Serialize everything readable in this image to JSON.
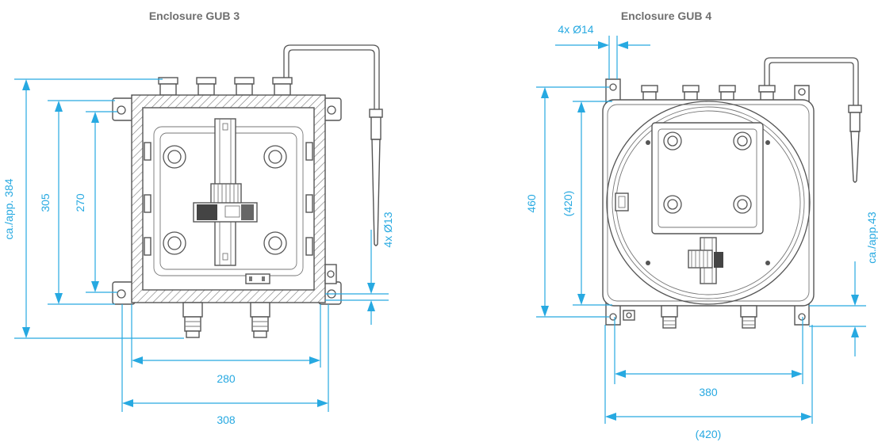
{
  "left_enclosure": {
    "title": "Enclosure GUB 3",
    "dims": {
      "height_total": "ca./app. 384",
      "height_outer": "305",
      "height_inner": "270",
      "holes": "4x Ø13",
      "width_inner": "280",
      "width_outer": "308"
    }
  },
  "right_enclosure": {
    "title": "Enclosure GUB 4",
    "dims": {
      "holes": "4x Ø14",
      "height_outer": "460",
      "height_inner": "(420)",
      "side": "ca./app.43",
      "width_inner": "380",
      "width_outer": "(420)"
    }
  },
  "colors": {
    "dimension": "#27a9e1",
    "title": "#6f6f6f",
    "line": "#555555"
  }
}
